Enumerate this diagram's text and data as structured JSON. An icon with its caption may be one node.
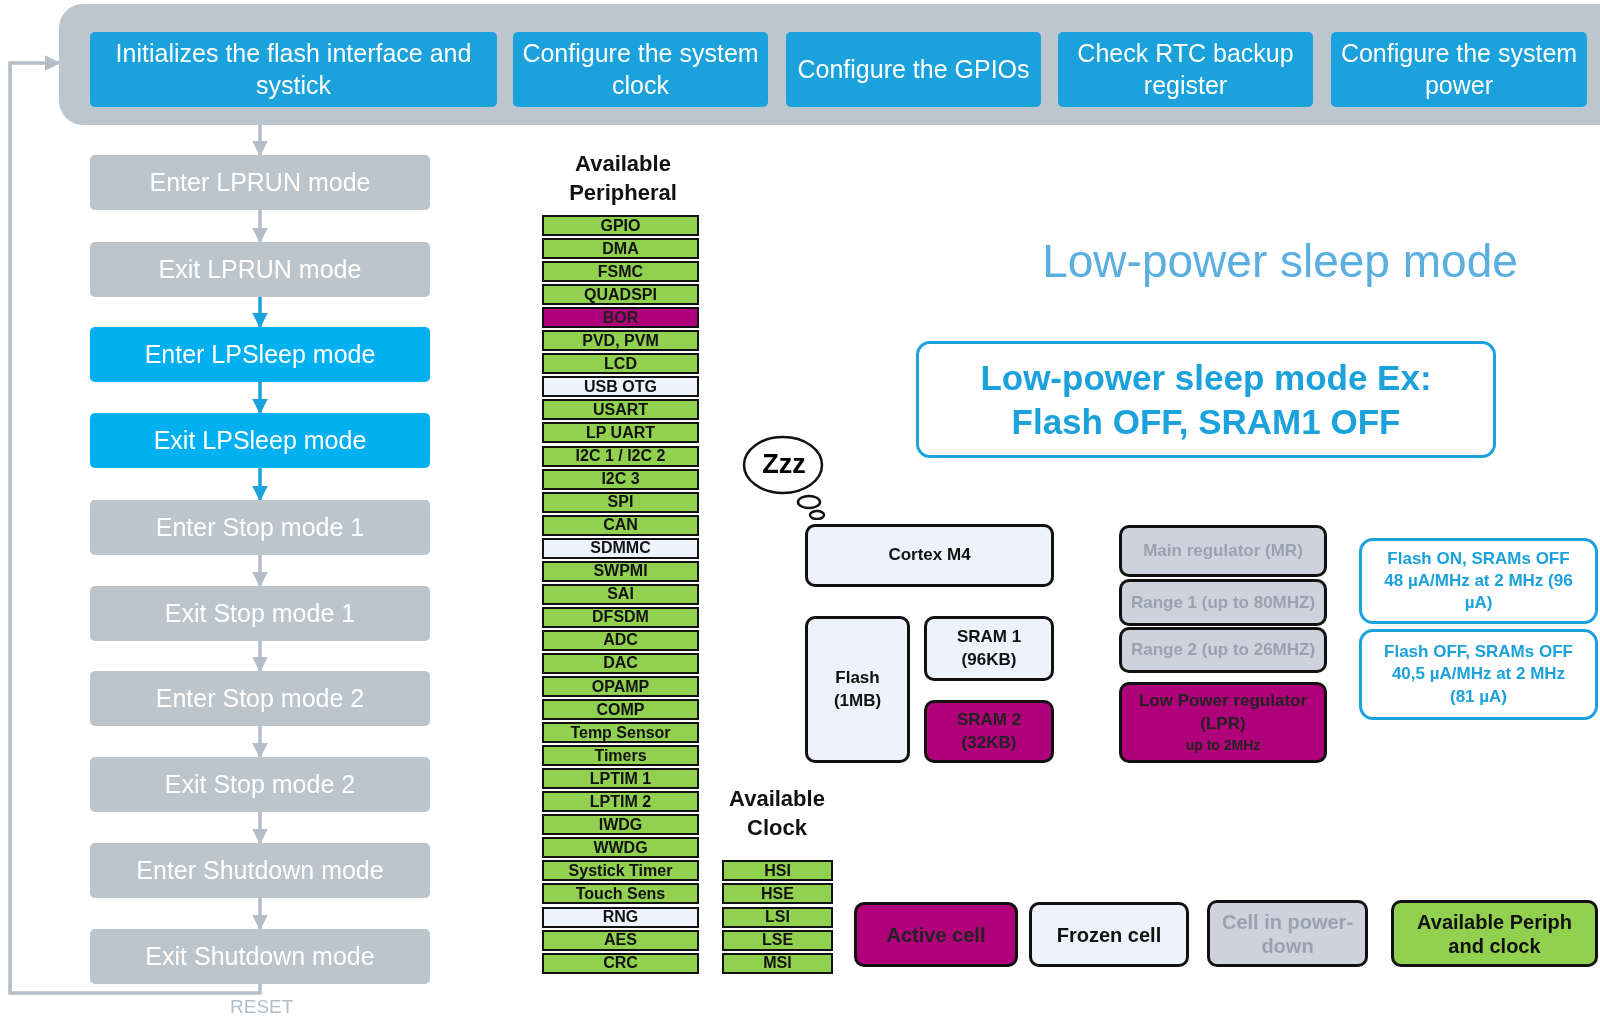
{
  "diagram": {
    "title": "Low-power sleep mode",
    "nodes": [
      {
        "text": [],
        "shape": "box"
      },
      {
        "text": [
          "Initializes the flash interface and systick"
        ],
        "in": 0
      },
      {
        "text": [
          "Configure the system clock"
        ],
        "in": 0
      },
      {
        "text": [
          "Configure the GPIOs"
        ],
        "in": 0
      },
      {
        "text": [
          "Check RTC backup register"
        ],
        "in": 0
      },
      {
        "text": [
          "Configure the system power"
        ],
        "in": 0
      },
      {
        "text": [
          "Enter LPRUN mode"
        ]
      },
      {
        "text": [
          "Exit LPRUN mode"
        ]
      },
      {
        "text": [
          "Enter LPSleep mode"
        ]
      },
      {
        "text": [
          "Exit LPSleep mode"
        ]
      },
      {
        "text": [
          "Enter Stop mode 1"
        ]
      },
      {
        "text": [
          "Exit Stop mode 1"
        ]
      },
      {
        "text": [
          "Enter Stop mode 2"
        ]
      },
      {
        "text": [
          "Exit Stop mode 2"
        ]
      },
      {
        "text": [
          "Enter Shutdown mode"
        ]
      },
      {
        "text": [
          "Exit Shutdown mode"
        ]
      },
      {
        "text": [
          "GPIO"
        ]
      },
      {
        "text": [
          "DMA"
        ]
      },
      {
        "text": [
          "FSMC"
        ]
      },
      {
        "text": [
          "QUADSPI"
        ]
      },
      {
        "text": [
          "BOR"
        ]
      },
      {
        "text": [
          "PVD, PVM"
        ]
      },
      {
        "text": [
          "LCD"
        ]
      },
      {
        "text": [
          "USB OTG"
        ]
      },
      {
        "text": [
          "USART"
        ]
      },
      {
        "text": [
          "LP UART"
        ]
      },
      {
        "text": [
          "I2C 1 / I2C 2"
        ]
      },
      {
        "text": [
          "I2C 3"
        ]
      },
      {
        "text": [
          "SPI"
        ]
      },
      {
        "text": [
          "CAN"
        ]
      },
      {
        "text": [
          "SDMMC"
        ]
      },
      {
        "text": [
          "SWPMI"
        ]
      },
      {
        "text": [
          "SAI"
        ]
      },
      {
        "text": [
          "DFSDM"
        ]
      },
      {
        "text": [
          "ADC"
        ]
      },
      {
        "text": [
          "DAC"
        ]
      },
      {
        "text": [
          "OPAMP"
        ]
      },
      {
        "text": [
          "COMP"
        ]
      },
      {
        "text": [
          "Temp Sensor"
        ]
      },
      {
        "text": [
          "Timers"
        ]
      },
      {
        "text": [
          "LPTIM 1"
        ]
      },
      {
        "text": [
          "LPTIM 2"
        ]
      },
      {
        "text": [
          "IWDG"
        ]
      },
      {
        "text": [
          "WWDG"
        ]
      },
      {
        "text": [
          "Systick Timer"
        ]
      },
      {
        "text": [
          "Touch Sens"
        ]
      },
      {
        "text": [
          "RNG"
        ]
      },
      {
        "text": [
          "AES"
        ]
      },
      {
        "text": [
          "CRC"
        ]
      },
      {
        "text": [
          "HSI"
        ]
      },
      {
        "text": [
          "HSE"
        ]
      },
      {
        "text": [
          "LSI"
        ]
      },
      {
        "text": [
          "LSE"
        ]
      },
      {
        "text": [
          "MSI"
        ]
      },
      {
        "text": [
          "Low-power sleep mode Ex: Flash OFF, SRAM1 OFF"
        ]
      },
      {
        "text": [
          "Zzz"
        ]
      },
      {
        "text": [
          "Cortex M4"
        ]
      },
      {
        "text": [
          "Flash (1MB)"
        ]
      },
      {
        "text": [
          "SRAM 1 (96KB)"
        ]
      },
      {
        "text": [
          "SRAM 2 (32KB)"
        ]
      },
      {
        "text": [
          "Main regulator (MR)"
        ]
      },
      {
        "text": [
          "Range 1 (up to 80MHZ)"
        ]
      },
      {
        "text": [
          "Range 2 (up to 26MHZ)"
        ]
      },
      {
        "text": [
          "Low Power regulator (LPR)",
          "up to 2MHz"
        ]
      },
      {
        "text": [
          "Flash ON, SRAMs OFF 48 µA/MHz at 2 MHz (96 µA)"
        ]
      },
      {
        "text": [
          "Flash OFF, SRAMs OFF 40,5 µA/MHz at 2 MHz (81 µA)"
        ]
      }
    ],
    "edges": [
      {
        "from": 0,
        "to": 6,
        "arrow": "to"
      },
      {
        "from": 6,
        "to": 7,
        "arrow": "to"
      },
      {
        "from": 7,
        "to": 8,
        "arrow": "to",
        "color": "#1ba1db"
      },
      {
        "from": 8,
        "to": 9,
        "arrow": "to",
        "color": "#1ba1db"
      },
      {
        "from": 9,
        "to": 10,
        "arrow": "to",
        "color": "#1ba1db"
      },
      {
        "from": 10,
        "to": 11,
        "arrow": "to"
      },
      {
        "from": 11,
        "to": 12,
        "arrow": "to"
      },
      {
        "from": 12,
        "to": 13,
        "arrow": "to"
      },
      {
        "from": 13,
        "to": 14,
        "arrow": "to"
      },
      {
        "from": 14,
        "to": 15,
        "arrow": "to"
      },
      {
        "from": 15,
        "to": 0,
        "arrow": "to",
        "label": "RESET"
      }
    ],
    "labels": [
      "Available Peripheral",
      "Available Clock"
    ],
    "legend": [
      {
        "text": "Active cell",
        "color": "#b0007a"
      },
      {
        "text": "Frozen cell",
        "color": "#eef2fa"
      },
      {
        "text": "Cell in power-down",
        "color": "#cdd2dc"
      },
      {
        "text": "Available Periph and clock",
        "color": "#92d050"
      }
    ]
  }
}
